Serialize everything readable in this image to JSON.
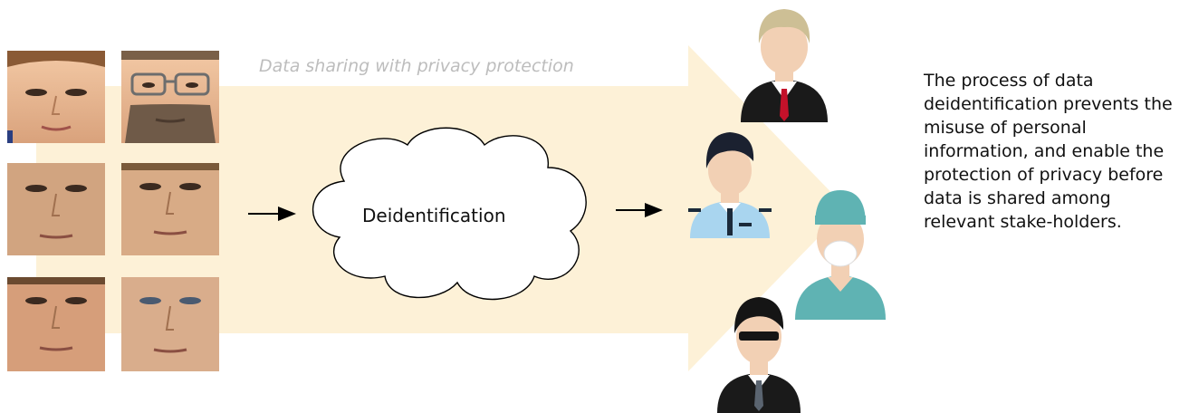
{
  "banner": {
    "caption": "Data sharing with privacy protection",
    "fill_color": "#fdf1d7"
  },
  "process": {
    "label": "Deidentification"
  },
  "description": {
    "text": "The process of data deidentification prevents the misuse of personal information, and enable the protection of privacy before data is shared among relevant stake-holders."
  },
  "faces": [
    {
      "name": "face-photo-woman"
    },
    {
      "name": "face-photo-bearded-man-glasses"
    },
    {
      "name": "face-photo-man"
    },
    {
      "name": "face-photo-man"
    },
    {
      "name": "face-photo-man"
    },
    {
      "name": "face-photo-man"
    }
  ],
  "stakeholders": [
    {
      "icon": "businessman-icon"
    },
    {
      "icon": "police-officer-icon"
    },
    {
      "icon": "surgeon-icon"
    },
    {
      "icon": "agent-sunglasses-icon"
    }
  ]
}
